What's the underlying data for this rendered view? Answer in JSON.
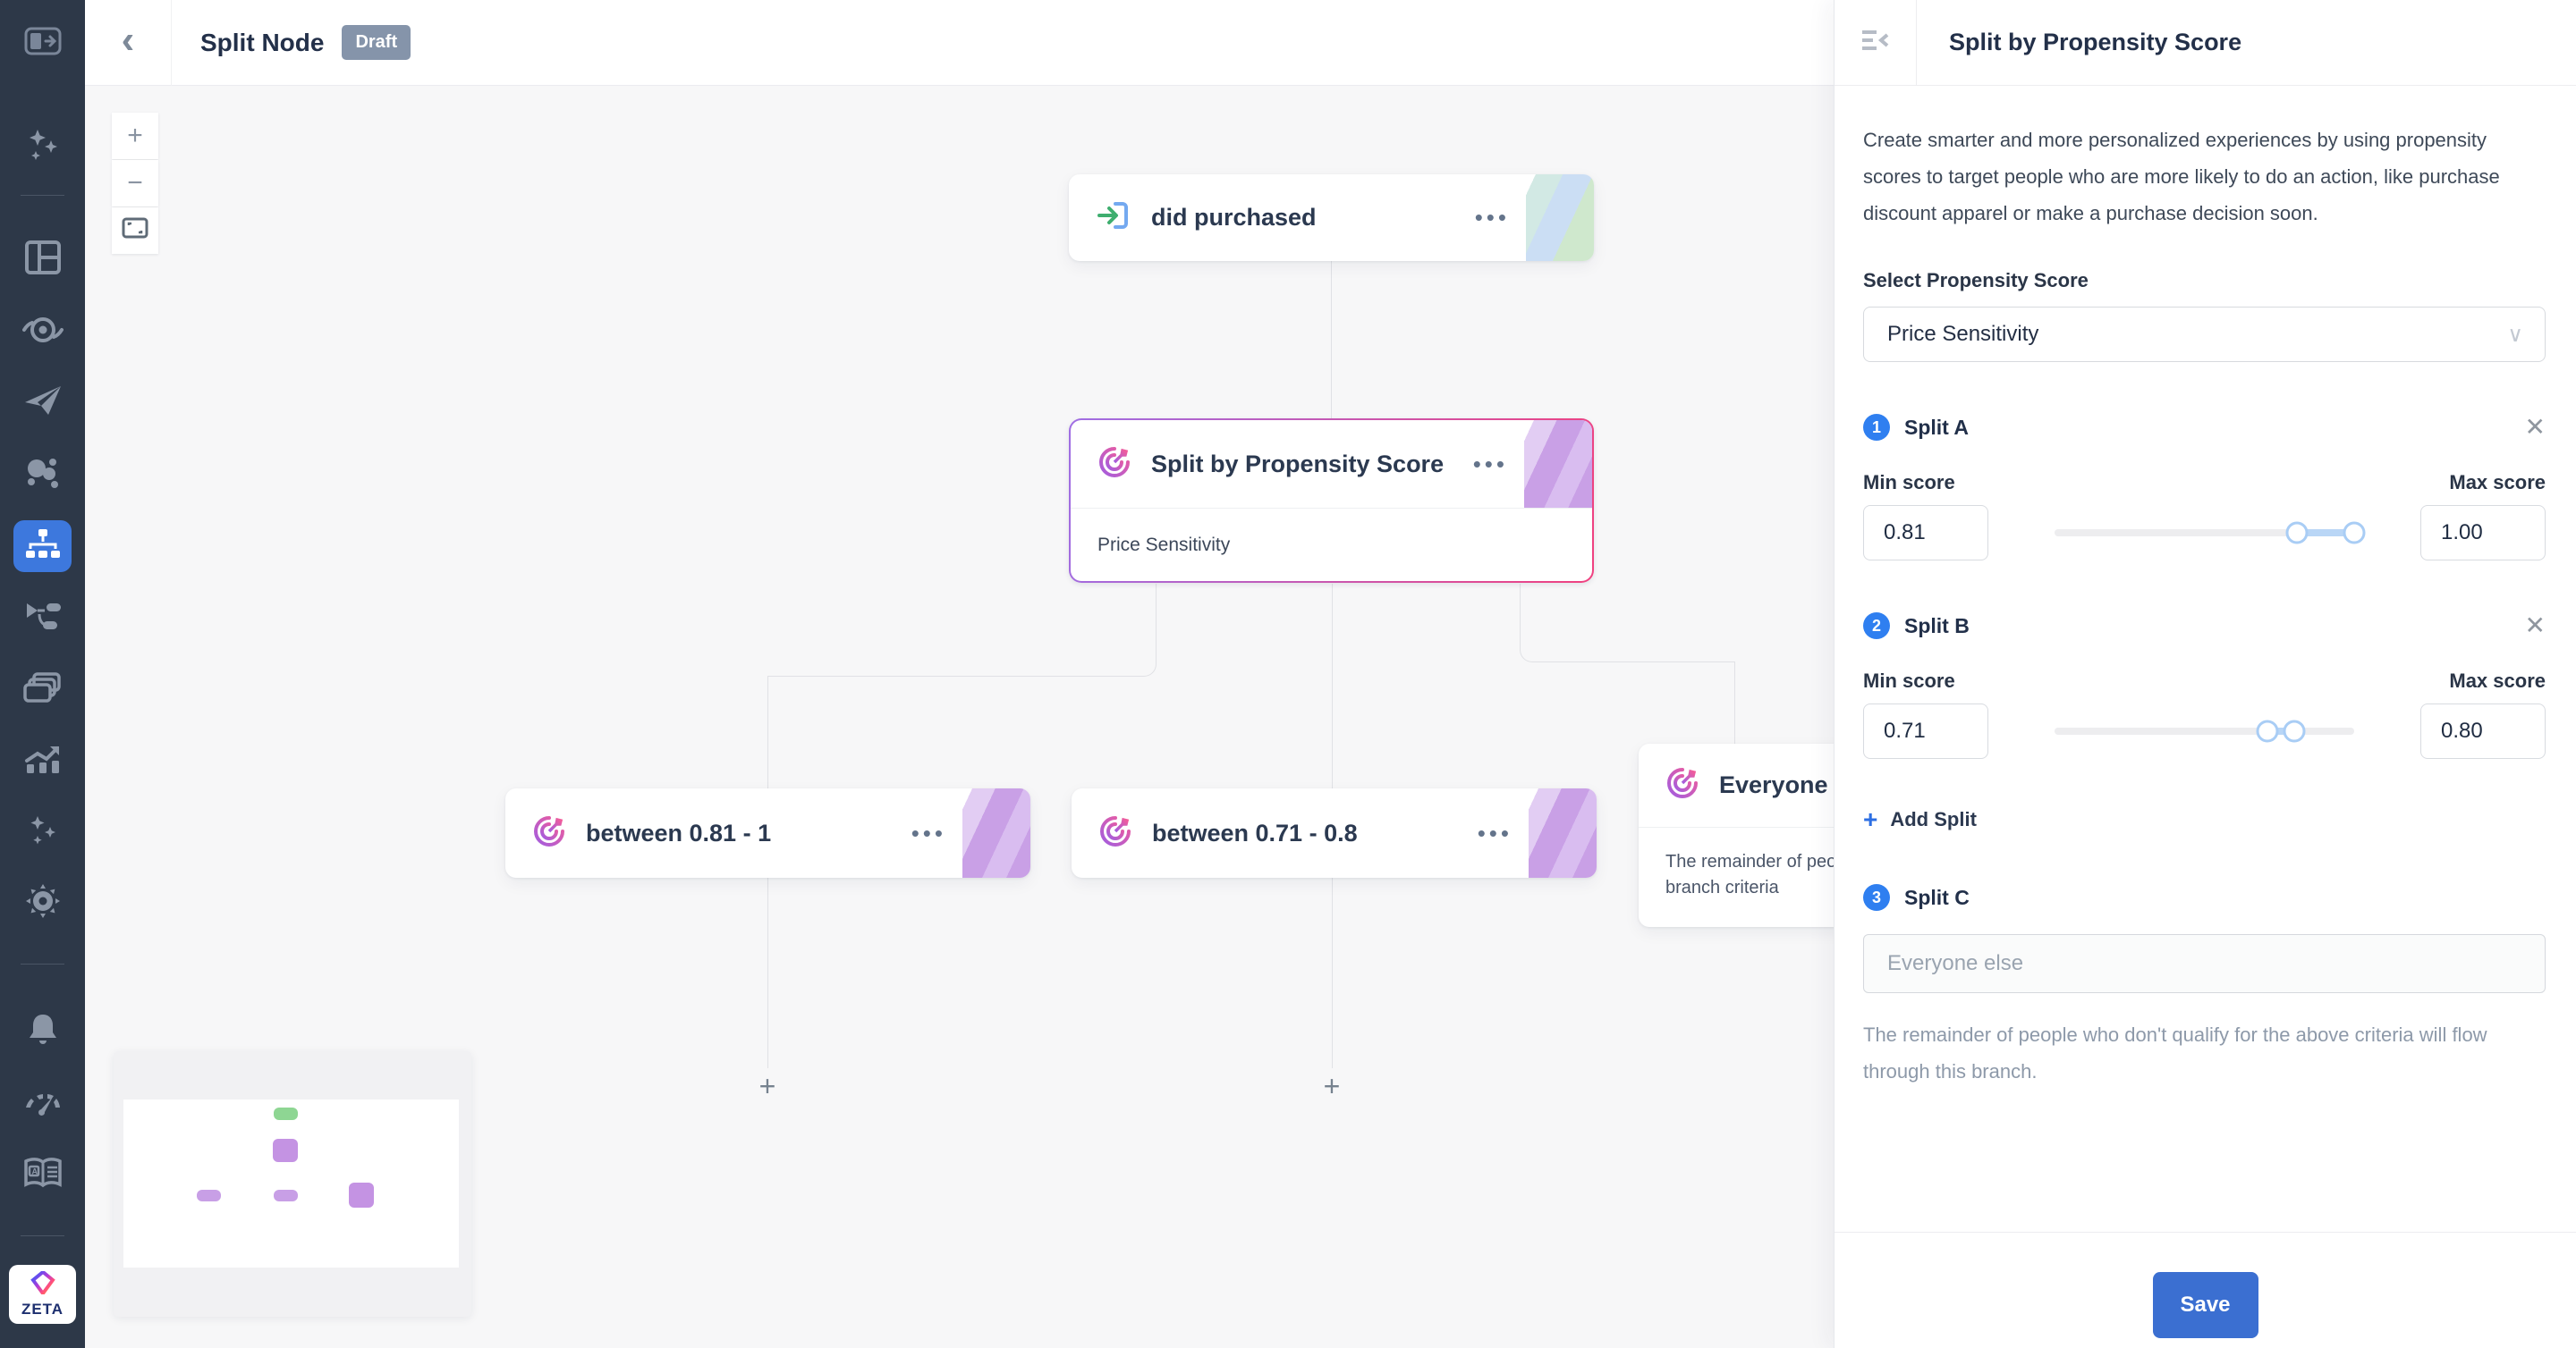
{
  "header": {
    "title": "Split Node",
    "badge": "Draft"
  },
  "icons": {
    "back": "‹",
    "node_menu": "•••",
    "chevron_down": "∨",
    "close": "✕",
    "plus": "+",
    "zoom_in": "+",
    "zoom_out": "−"
  },
  "sidebar": {
    "logo_text": "ZETA",
    "items": [
      "sidebar-toggle",
      "sparkles",
      "dashboard",
      "target",
      "send",
      "audience",
      "journeys (active)",
      "flow",
      "cards",
      "analytics",
      "sparkles-small",
      "settings",
      "notifications",
      "gauge",
      "docs",
      "zeta-logo"
    ]
  },
  "canvas": {
    "nodes": {
      "entry": {
        "title": "did purchased"
      },
      "split": {
        "title": "Split by Propensity Score",
        "subtitle": "Price Sensitivity"
      },
      "branch_a": {
        "title": "between 0.81 - 1"
      },
      "branch_b": {
        "title": "between 0.71 - 0.8"
      },
      "branch_c": {
        "title": "Everyone e",
        "line1": "The remainder of peo",
        "line2": "branch criteria"
      }
    }
  },
  "panel": {
    "title": "Split by Propensity Score",
    "description": "Create smarter and more personalized experiences by using propensity scores to target people who are more likely to do an action, like purchase discount apparel or make a purchase decision soon.",
    "select_label": "Select Propensity Score",
    "select_value": "Price Sensitivity",
    "splits": [
      {
        "number": "1",
        "label": "Split A",
        "min_label": "Min score",
        "max_label": "Max score",
        "min": "0.81",
        "max": "1.00"
      },
      {
        "number": "2",
        "label": "Split B",
        "min_label": "Min score",
        "max_label": "Max score",
        "min": "0.71",
        "max": "0.80"
      }
    ],
    "add_split_label": "Add Split",
    "split_c": {
      "number": "3",
      "label": "Split C",
      "placeholder": "Everyone else",
      "helper": "The remainder of people who don't qualify for the above criteria will flow through this branch."
    },
    "save_label": "Save"
  },
  "colors": {
    "sidebar_bg": "#2d3848",
    "active_item_blue": "#3d78dd",
    "accent_blue": "#2f7ff0",
    "save_blue": "#3b6fd1",
    "draft_badge": "#8594aa",
    "selected_border_from": "#9f6ee4",
    "selected_border_to": "#f0417f",
    "slider_active": "#b9d6f6",
    "connector": "#e0e1e5"
  }
}
